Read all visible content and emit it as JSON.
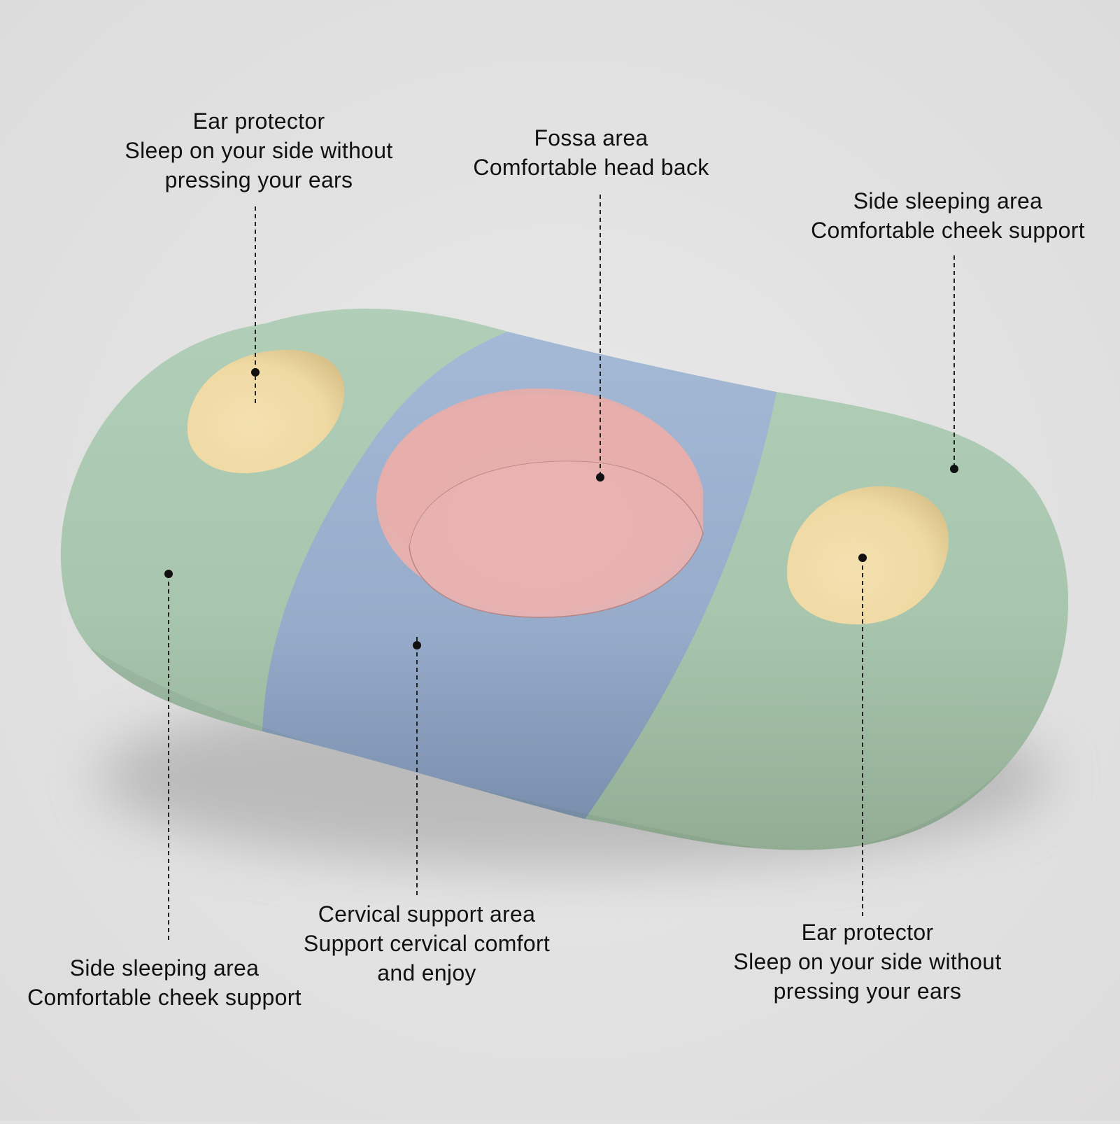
{
  "colors": {
    "background": "#e3e2e2",
    "side_zone": "#aecab3",
    "ear_zone": "#f1dca6",
    "cervical_zone": "#9db2d0",
    "fossa_zone": "#e6b1b0",
    "leader_line": "#222222"
  },
  "callouts": {
    "ear_left": {
      "title": "Ear protector",
      "line1": "Sleep on your side without",
      "line2": "pressing your ears"
    },
    "fossa": {
      "title": "Fossa area",
      "line1": "Comfortable head back"
    },
    "side_right": {
      "title": "Side sleeping area",
      "line1": "Comfortable cheek support"
    },
    "side_left": {
      "title": "Side sleeping area",
      "line1": "Comfortable cheek support"
    },
    "cervical": {
      "title": "Cervical support area",
      "line1": "Support cervical comfort",
      "line2": "and enjoy"
    },
    "ear_right": {
      "title": "Ear protector",
      "line1": "Sleep on your side without",
      "line2": "pressing your ears"
    }
  }
}
